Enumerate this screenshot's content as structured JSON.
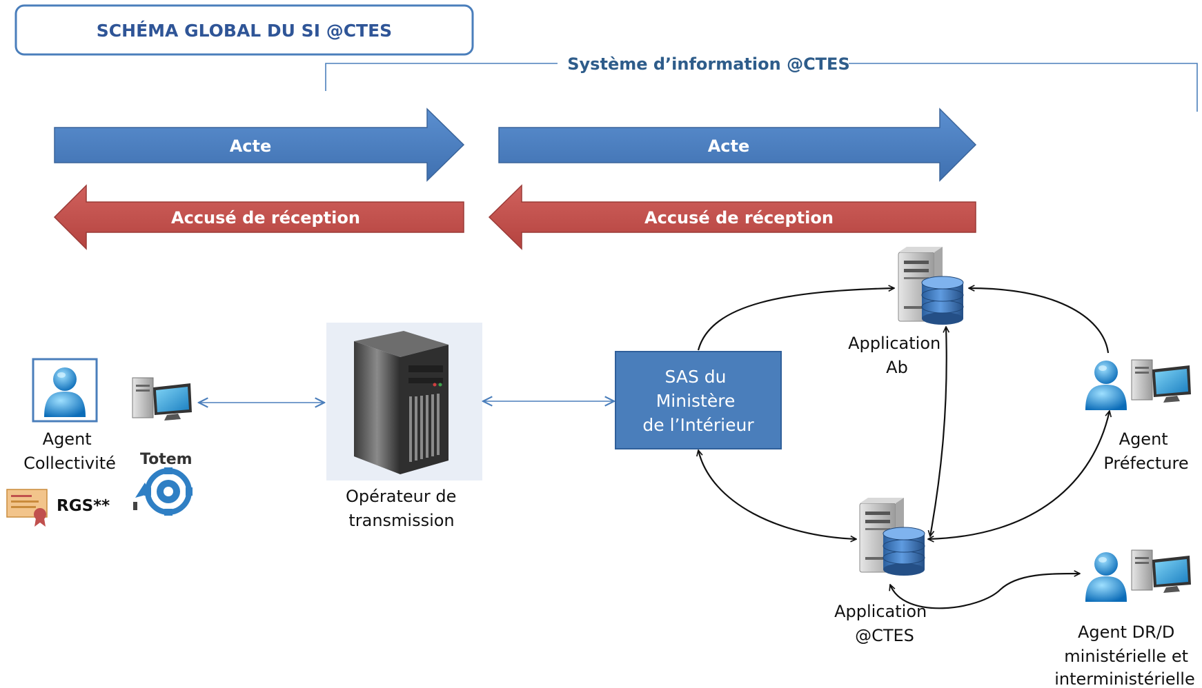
{
  "title": "SCHÉMA GLOBAL DU SI @CTES",
  "system_label": "Système d’information @CTES",
  "arrows": {
    "acte_left": "Acte",
    "acte_right": "Acte",
    "accuse_left": "Accusé de réception",
    "accuse_right": "Accusé de réception"
  },
  "nodes": {
    "agent_collectivite": [
      "Agent",
      "Collectivité"
    ],
    "rgs": "RGS**",
    "totem": "Totem",
    "operateur": [
      "Opérateur de",
      "transmission"
    ],
    "sas": [
      "SAS du",
      "Ministère",
      "de l’Intérieur"
    ],
    "application_ab": [
      "Application",
      "Ab"
    ],
    "application_actes": [
      "Application",
      "@CTES"
    ],
    "agent_prefecture": [
      "Agent",
      "Préfecture"
    ],
    "agent_dr": [
      "Agent DR/D",
      "ministérielle et",
      "interministérielle"
    ]
  },
  "colors": {
    "blue_arrow": "#4a7ebb",
    "red_arrow": "#c0504d",
    "sas_fill": "#4a7ebb",
    "title_border": "#4a7ebb",
    "system_line": "#4a7ebb"
  },
  "icons": [
    "user-icon",
    "computer-icon",
    "server-tower-icon",
    "database-server-icon",
    "certificate-icon",
    "gear-icon"
  ]
}
